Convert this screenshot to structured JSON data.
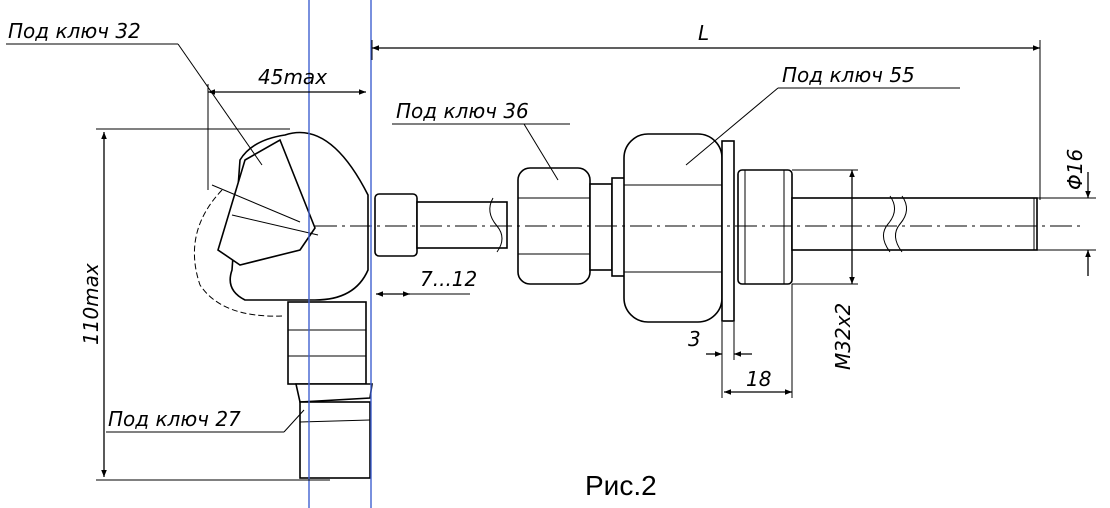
{
  "labels": {
    "wrench32": "Под ключ 32",
    "wrench36": "Под ключ 36",
    "wrench55": "Под ключ 55",
    "wrench27": "Под ключ 27"
  },
  "dimensions": {
    "length": "L",
    "head_width": "45max",
    "height": "110max",
    "insertion": "7...12",
    "flange_thickness": "3",
    "thread_length": "18",
    "thread": "M32x2",
    "diameter": "Φ16"
  },
  "caption": "Рис.2"
}
